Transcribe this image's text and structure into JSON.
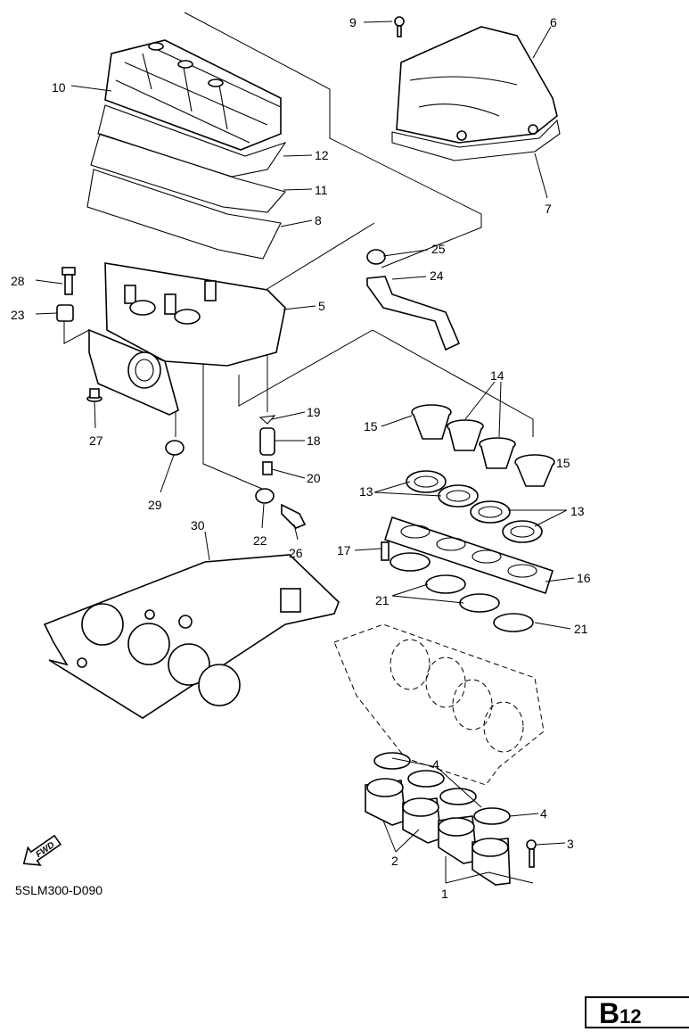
{
  "diagram": {
    "callouts": {
      "c1": "1",
      "c2": "2",
      "c3": "3",
      "c4a": "4",
      "c4b": "4",
      "c5": "5",
      "c6": "6",
      "c7": "7",
      "c8": "8",
      "c9": "9",
      "c10": "10",
      "c11": "11",
      "c12": "12",
      "c13a": "13",
      "c13b": "13",
      "c14": "14",
      "c15a": "15",
      "c15b": "15",
      "c16": "16",
      "c17": "17",
      "c18": "18",
      "c19": "19",
      "c20": "20",
      "c21a": "21",
      "c21b": "21",
      "c22": "22",
      "c23": "23",
      "c24": "24",
      "c25": "25",
      "c26": "26",
      "c27": "27",
      "c28": "28",
      "c29": "29",
      "c30": "30"
    },
    "fwd_label": "FWD",
    "drawing_code": "5SLM300-D090",
    "page_ref": {
      "letter": "B",
      "number": "12"
    }
  }
}
